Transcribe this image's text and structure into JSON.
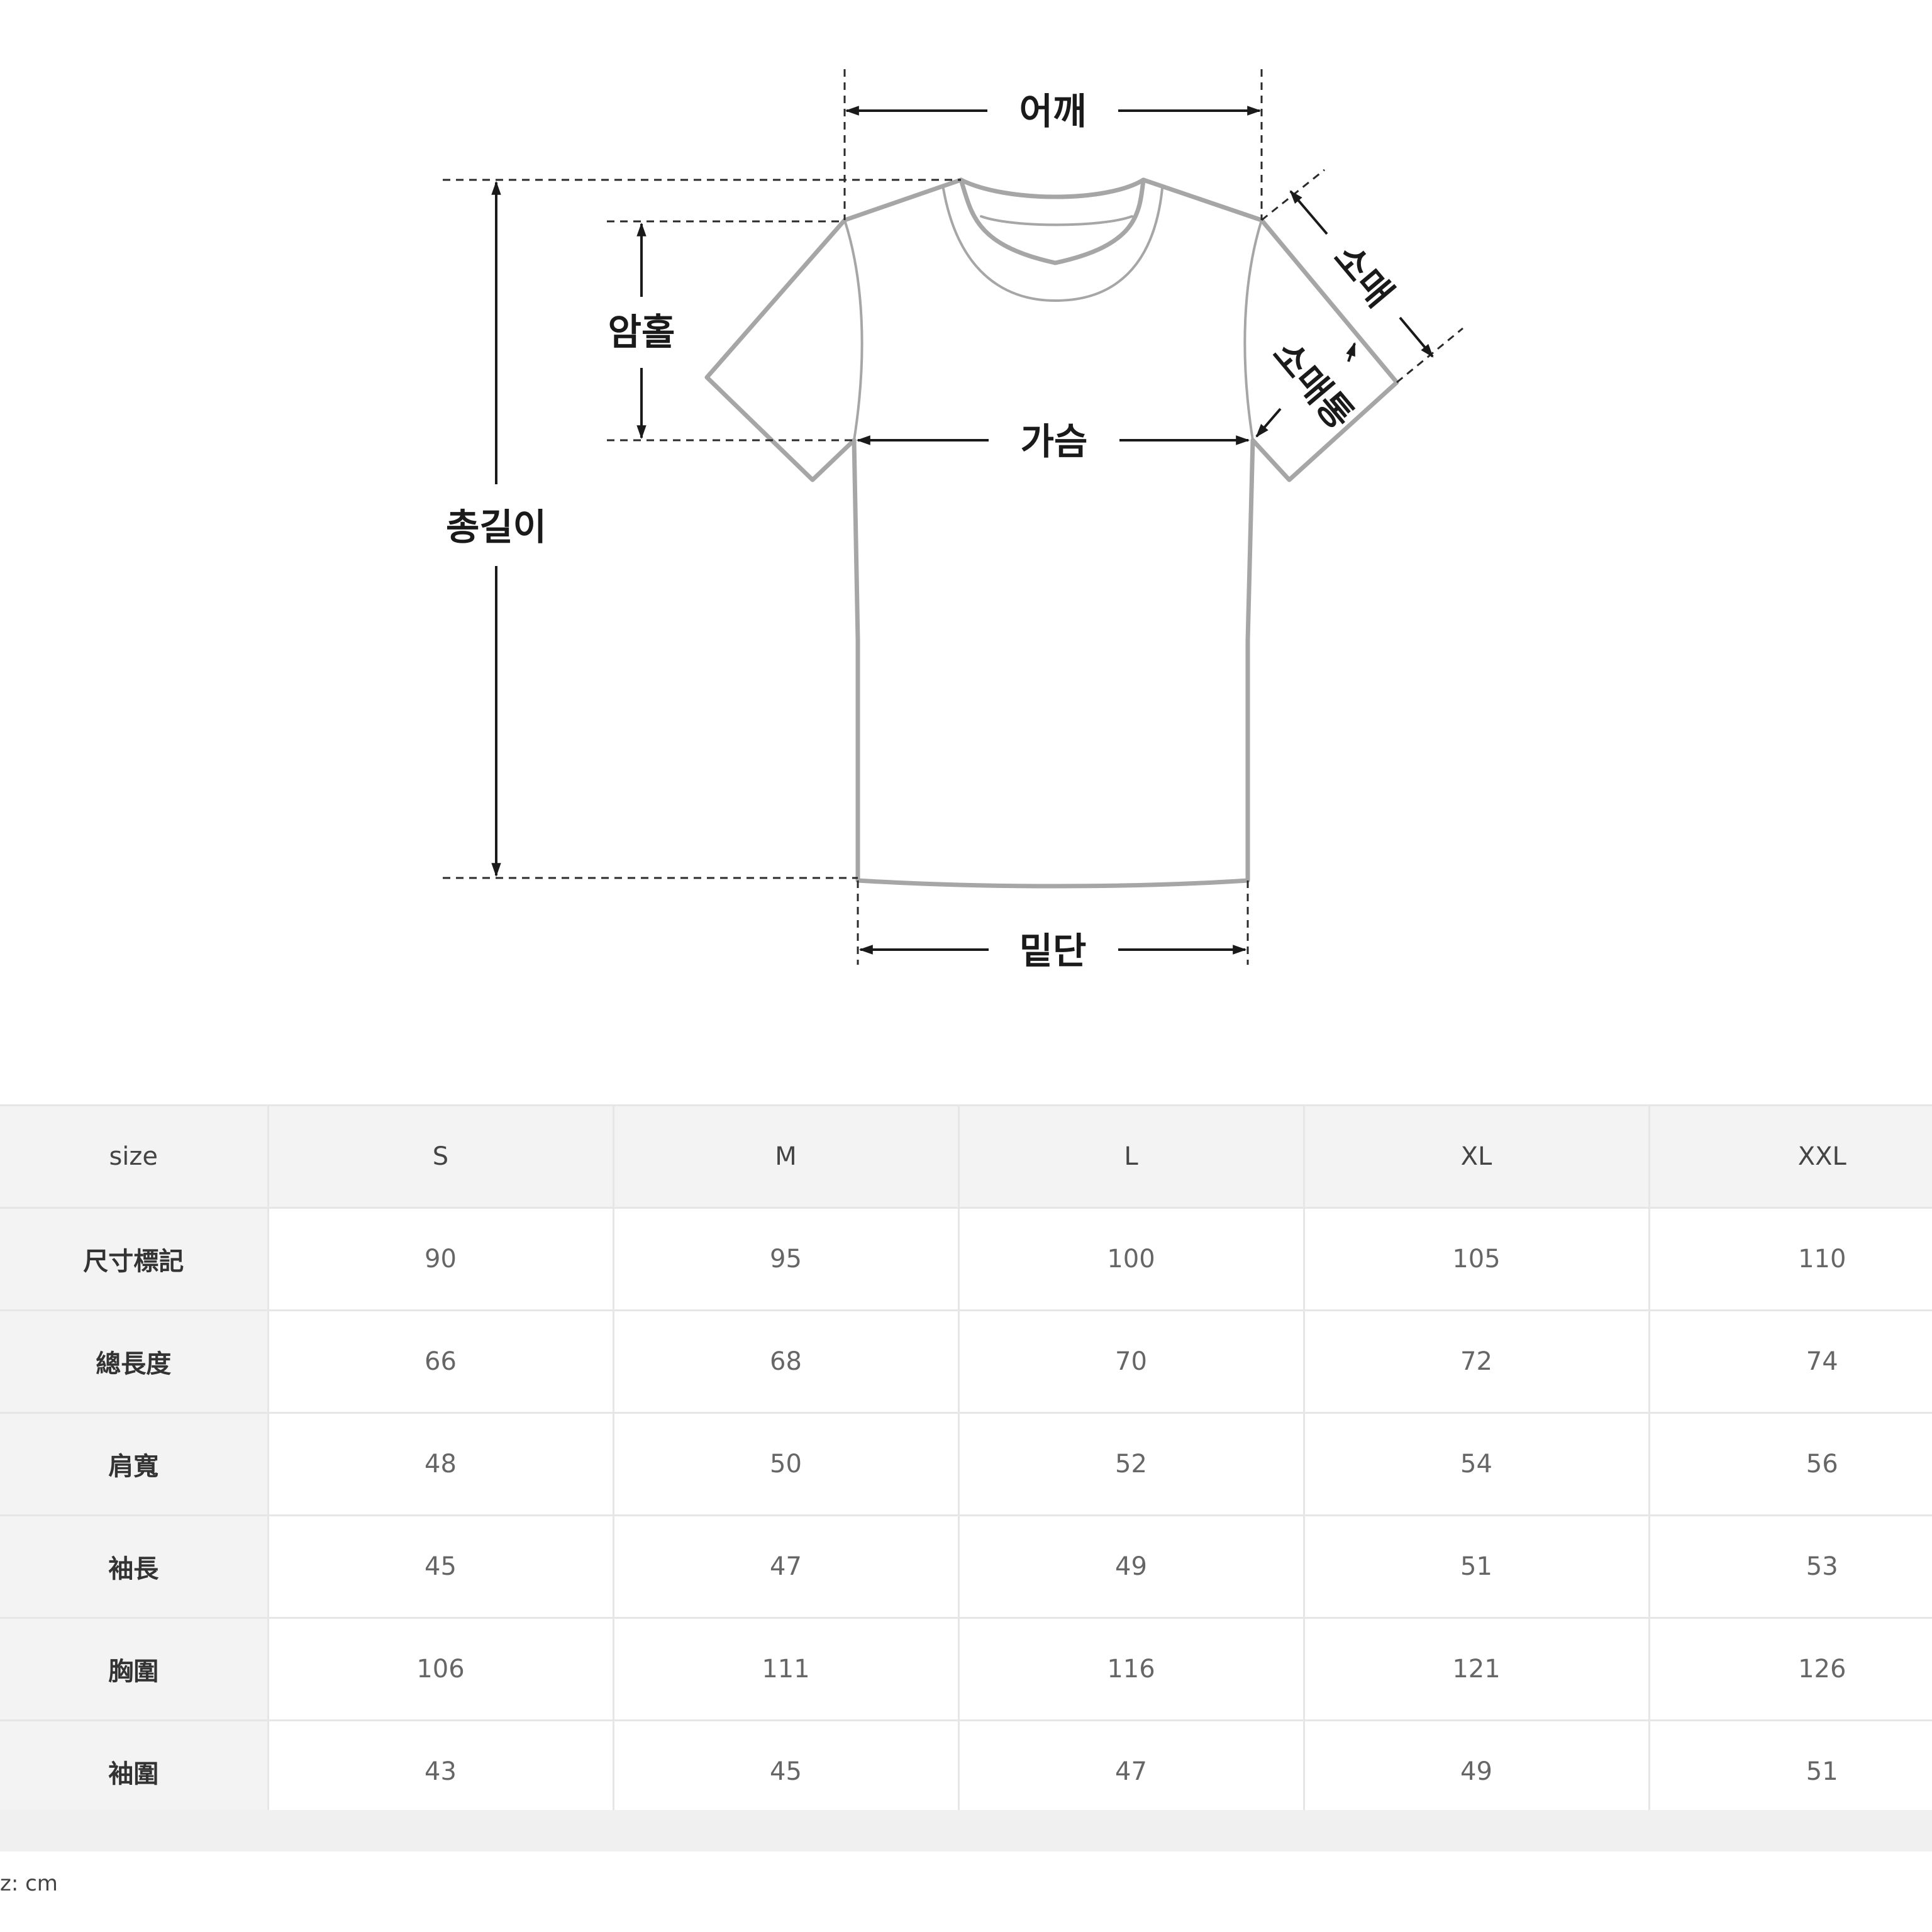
{
  "diagram": {
    "labels": {
      "shoulder": "어깨",
      "armhole": "암홀",
      "total_length": "총길이",
      "sleeve": "소매",
      "sleeve_width": "소매통",
      "chest": "가슴",
      "hem": "밑단"
    }
  },
  "table": {
    "header": {
      "row_label": "size",
      "sizes": [
        "S",
        "M",
        "L",
        "XL",
        "XXL"
      ]
    },
    "rows": [
      {
        "label": "尺寸標記",
        "values": [
          "90",
          "95",
          "100",
          "105",
          "110"
        ]
      },
      {
        "label": "總長度",
        "values": [
          "66",
          "68",
          "70",
          "72",
          "74"
        ]
      },
      {
        "label": "肩寬",
        "values": [
          "48",
          "50",
          "52",
          "54",
          "56"
        ]
      },
      {
        "label": "袖長",
        "values": [
          "45",
          "47",
          "49",
          "51",
          "53"
        ]
      },
      {
        "label": "胸圍",
        "values": [
          "106",
          "111",
          "116",
          "121",
          "126"
        ]
      },
      {
        "label": "袖圍",
        "values": [
          "43",
          "45",
          "47",
          "49",
          "51"
        ]
      }
    ]
  },
  "footer": {
    "unit_note": "z: cm"
  },
  "colors": {
    "outline": "#a6a6a6",
    "dim_line": "#1a1a1a",
    "header_bg": "#f3f3f3",
    "border": "#e6e6e6"
  }
}
